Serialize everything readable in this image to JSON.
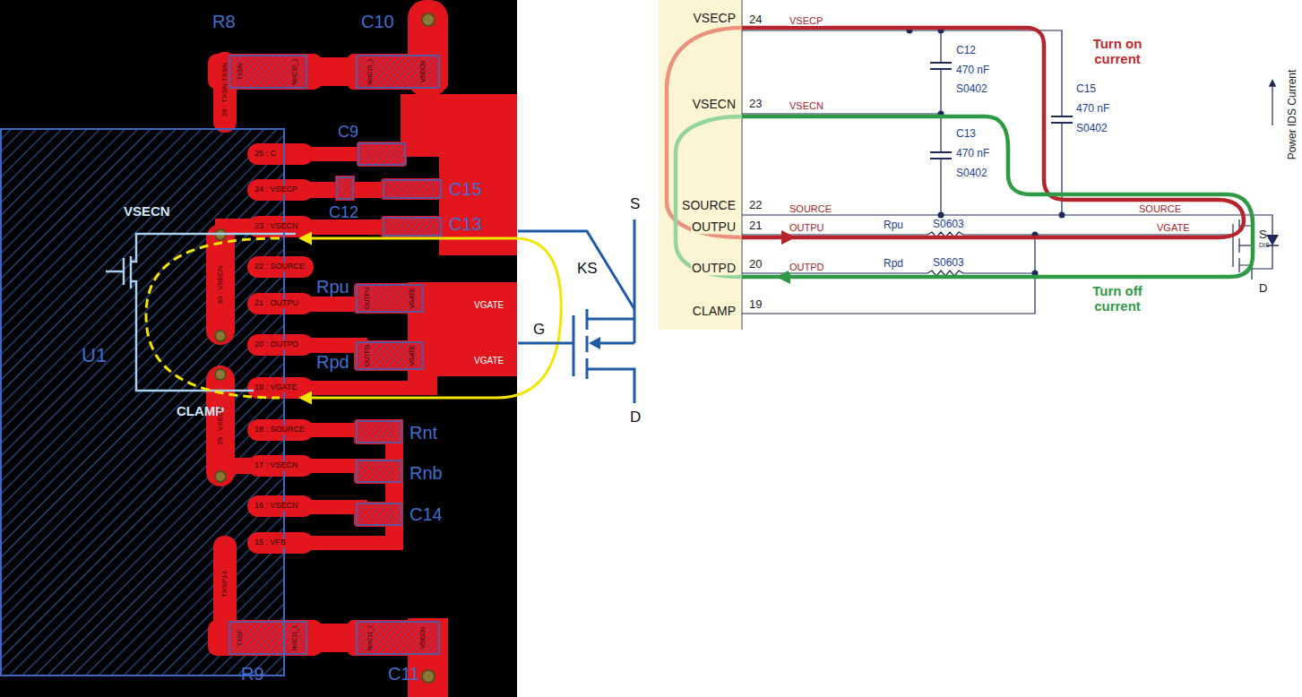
{
  "diagram": {
    "nodes": [
      {
        "text": [
          "U1"
        ]
      },
      {
        "text": [
          "VSECP",
          "VSECN",
          "SOURCE",
          "OUTPU",
          "OUTPD",
          "CLAMP"
        ]
      }
    ],
    "labels": [
      "R8",
      "C10",
      "TXSN",
      "NetC10_1",
      "NetC10_1",
      "VSECN",
      "26 : TXSN:TXSN",
      "25 : C",
      "C9",
      "24 : VSECP",
      "C12",
      "C15",
      "23 : VSECN",
      "C13",
      "30 : VSECN",
      "22 : SOURCE",
      "21 : OUTPU",
      "Rpu",
      "OUTPU",
      "VGATE",
      "VGATE",
      "20 : OUTPD",
      "Rpd",
      "OUTPD",
      "VGATE",
      "VGATE",
      "19 : VGATE",
      "VSECN",
      "CLAMP",
      "29 : VSECN",
      "18 : SOURCE",
      "Rnt",
      "17 : VSECN",
      "Rnb",
      "16 : VSECN",
      "C14",
      "15 : VFB",
      "TXSP14",
      "R9",
      "C11",
      "TXSP",
      "NetC11_1",
      "NetC11_1",
      "VSECN",
      "S",
      "KS",
      "G",
      "D",
      "24",
      "VSECP",
      "23",
      "VSECN",
      "22",
      "SOURCE",
      "21",
      "OUTPU",
      "20",
      "OUTPD",
      "19",
      "C12",
      "470 nF",
      "S0402",
      "C15",
      "470 nF",
      "S0402",
      "C13",
      "470 nF",
      "S0402",
      "Rpu",
      "S0603",
      "SOURCE",
      "VGATE",
      "Rpd",
      "S0603",
      "S",
      "DIS",
      "D",
      "Turn on current",
      "Turn off current",
      "Power IDS Current"
    ]
  }
}
